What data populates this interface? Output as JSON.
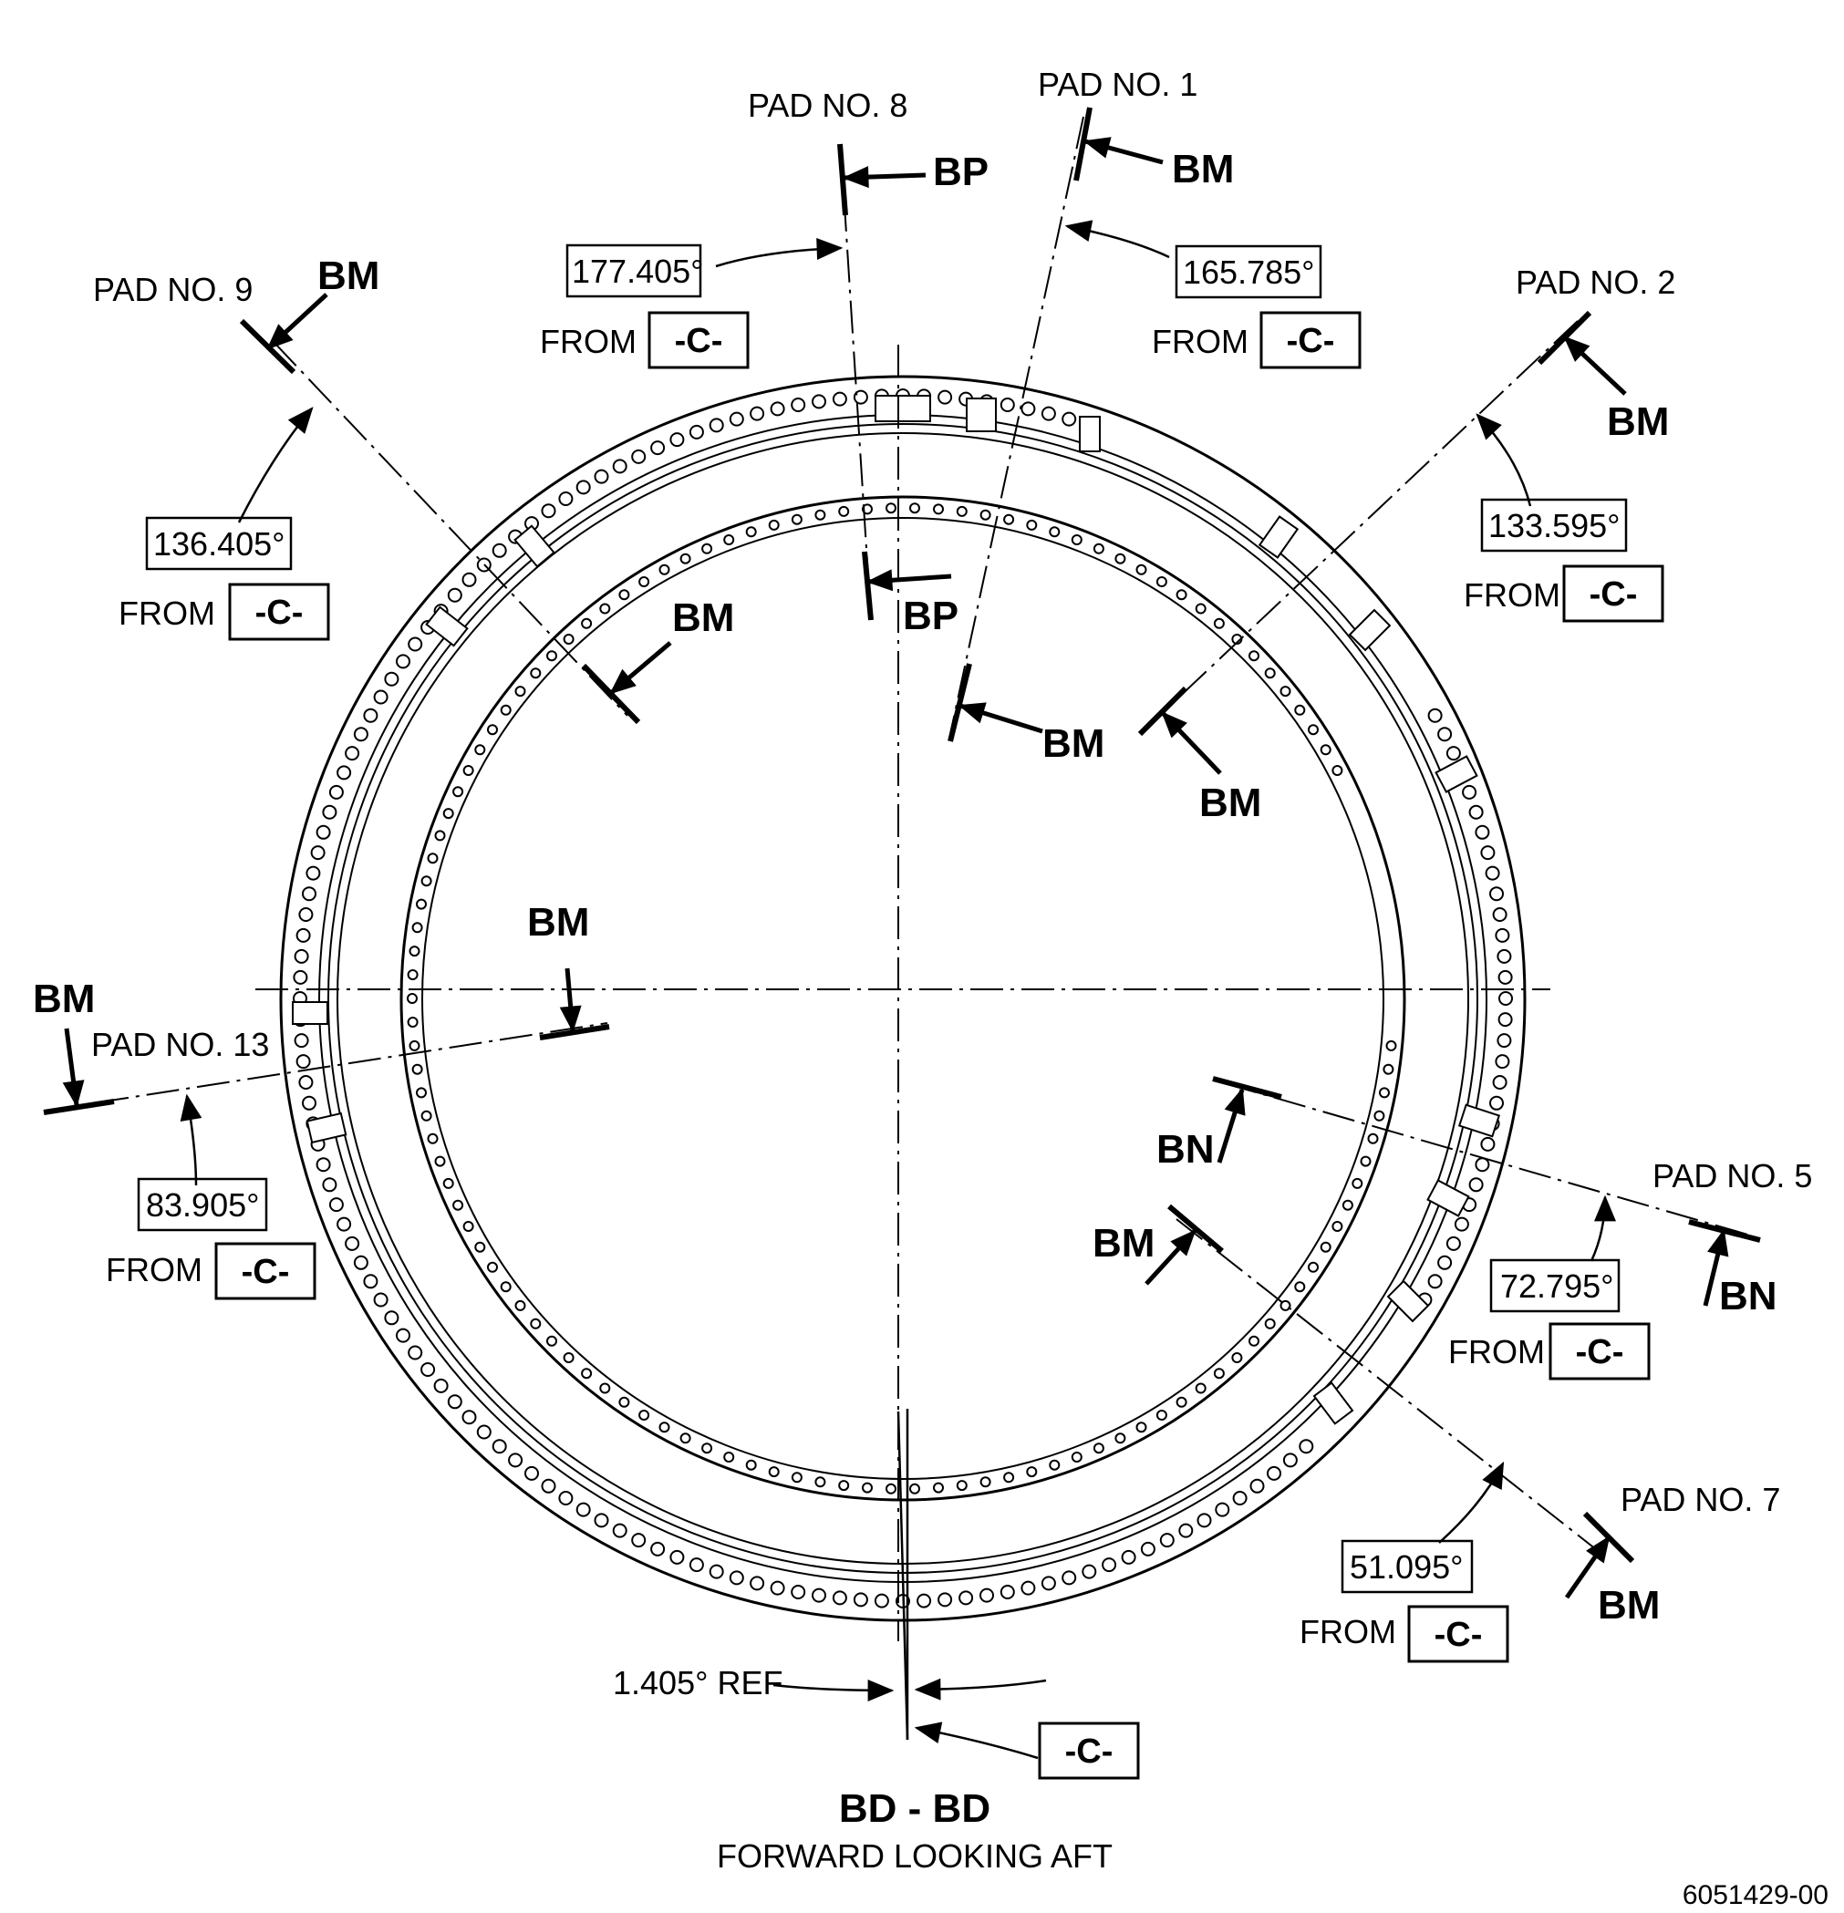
{
  "view": {
    "title": "BD - BD",
    "subtitle": "FORWARD LOOKING AFT",
    "doc_number": "6051429-00"
  },
  "datum_label": "-C-",
  "from_label": "FROM",
  "pads": [
    {
      "name": "PAD NO. 8",
      "section": "BP",
      "angle": "177.405°"
    },
    {
      "name": "PAD NO. 1",
      "section": "BM",
      "angle": "165.785°"
    },
    {
      "name": "PAD NO. 9",
      "section": "BM",
      "angle": "136.405°"
    },
    {
      "name": "PAD NO. 2",
      "section": "BM",
      "angle": "133.595°"
    },
    {
      "name": "PAD NO. 13",
      "section": "BM",
      "angle": "83.905°"
    },
    {
      "name": "PAD NO. 5",
      "section": "BN",
      "angle": "72.795°"
    },
    {
      "name": "PAD NO. 7",
      "section": "BM",
      "angle": "51.095°"
    }
  ],
  "inner_section_labels": [
    "BP",
    "BM",
    "BM",
    "BM",
    "BM",
    "BN",
    "BM"
  ],
  "reference_angle": "1.405° REF"
}
